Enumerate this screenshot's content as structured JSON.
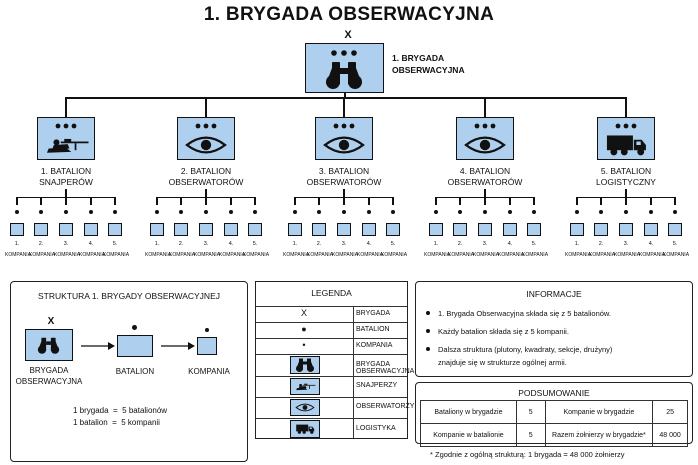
{
  "title": "1. BRYGADA OBSERWACYJNA",
  "brigade": {
    "symbol": "X",
    "label_line1": "1. BRYGADA",
    "label_line2": "OBSERWACYJNA",
    "icon": "binoculars-icon"
  },
  "battalions": [
    {
      "line1": "1. BATALION",
      "line2": "SNAJPERÓW",
      "icon": "sniper-icon"
    },
    {
      "line1": "2. BATALION",
      "line2": "OBSERWATORÓW",
      "icon": "eye-icon"
    },
    {
      "line1": "3. BATALION",
      "line2": "OBSERWATORÓW",
      "icon": "eye-icon"
    },
    {
      "line1": "4. BATALION",
      "line2": "OBSERWATORÓW",
      "icon": "eye-icon"
    },
    {
      "line1": "5. BATALION",
      "line2": "LOGISTYCZNY",
      "icon": "truck-icon"
    }
  ],
  "companies": {
    "numbers": [
      "1.",
      "2.",
      "3.",
      "4.",
      "5."
    ],
    "label": "KOMPANIA"
  },
  "structure": {
    "title": "STRUKTURA 1. BRYGADY OBSERWACYJNEJ",
    "brigade_symbol": "X",
    "brigade_line1": "BRYGADA",
    "brigade_line2": "OBSERWACYJNA",
    "battalion_label": "BATALION",
    "company_label": "KOMPANIA",
    "eq1": "1 brygada  =  5 batalionów",
    "eq2": "1 batalion  =  5 kompanii"
  },
  "legend": {
    "title": "LEGENDA",
    "rows": [
      {
        "symbol": "X",
        "text": "BRYGADA"
      },
      {
        "symbol": "●",
        "text": "BATALION"
      },
      {
        "symbol": "•",
        "text": "KOMPANIA"
      },
      {
        "symbol": "binoculars-icon",
        "text": "BRYGADA OBSERWACYJNA"
      },
      {
        "symbol": "sniper-icon",
        "text": "SNAJPERZY"
      },
      {
        "symbol": "eye-icon",
        "text": "OBSERWATORZY"
      },
      {
        "symbol": "truck-icon",
        "text": "LOGISTYKA"
      }
    ]
  },
  "info": {
    "title": "INFORMACJE",
    "items": [
      "1. Brygada Obserwacyjna składa się z 5 batalionów.",
      "Każdy batalion składa się z 5 kompanii.",
      "Dalsza struktura (plutony, kwadraty, sekcje, drużyny) znajduje się w strukturze ogólnej armii."
    ]
  },
  "summary": {
    "title": "PODSUMOWANIE",
    "rows": [
      [
        "Bataliony w brygadzie",
        "5",
        "Kompanie w brygadzie",
        "25"
      ],
      [
        "Kompanie w batalionie",
        "5",
        "Razem żołnierzy w brygadzie*",
        "48 000"
      ]
    ],
    "footnote": "* Zgodnie z ogólną strukturą: 1 brygada = 48 000 żołnierzy"
  },
  "colors": {
    "unit_fill": "#aed0ee",
    "line": "#111111"
  }
}
